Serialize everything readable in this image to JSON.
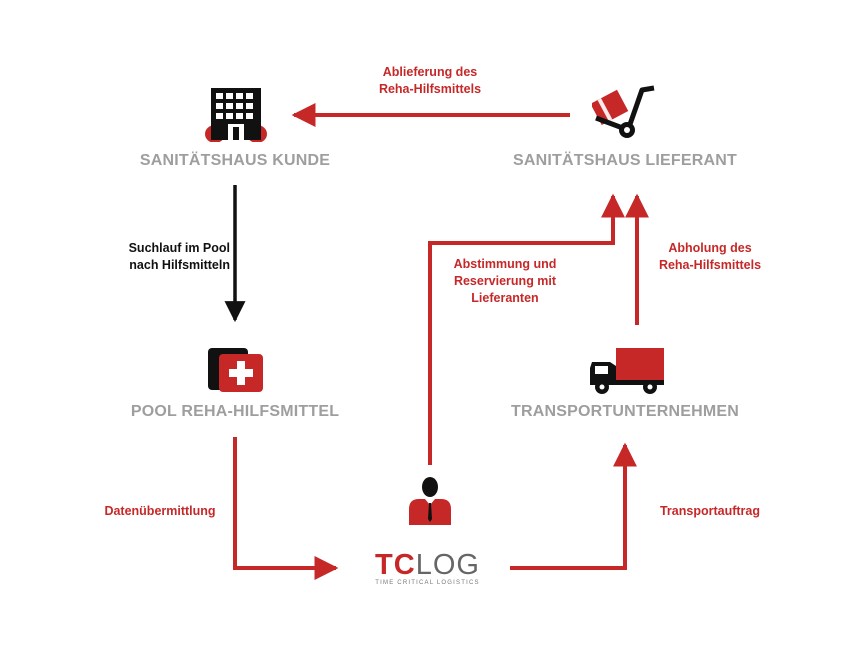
{
  "colors": {
    "accent": "#c62828",
    "muted": "#9e9e9e",
    "dark": "#111111"
  },
  "nodes": {
    "kunde": {
      "title": "SANITÄTSHAUS KUNDE",
      "icon": "building-icon"
    },
    "lieferant": {
      "title": "SANITÄTSHAUS LIEFERANT",
      "icon": "hand-truck-icon"
    },
    "pool": {
      "title": "POOL REHA-HILFSMITTEL",
      "icon": "first-aid-case-icon"
    },
    "transport": {
      "title": "TRANSPORTUNTERNEHMEN",
      "icon": "truck-icon"
    },
    "tclog": {
      "icon": "person-icon",
      "logo_tc": "TC",
      "logo_log": "LOG",
      "tagline": "TIME CRITICAL LOGISTICS"
    }
  },
  "edges": {
    "delivery": {
      "line1": "Ablieferung des",
      "line2": "Reha-Hilfsmittels"
    },
    "search": {
      "line1": "Suchlauf im Pool",
      "line2": "nach Hilfsmitteln"
    },
    "coordination": {
      "line1": "Abstimmung und",
      "line2": "Reservierung mit",
      "line3": "Lieferanten"
    },
    "pickup": {
      "line1": "Abholung des",
      "line2": "Reha-Hilfsmittels"
    },
    "data_transfer": {
      "label": "Datenübermittlung"
    },
    "transport_order": {
      "label": "Transportauftrag"
    }
  }
}
